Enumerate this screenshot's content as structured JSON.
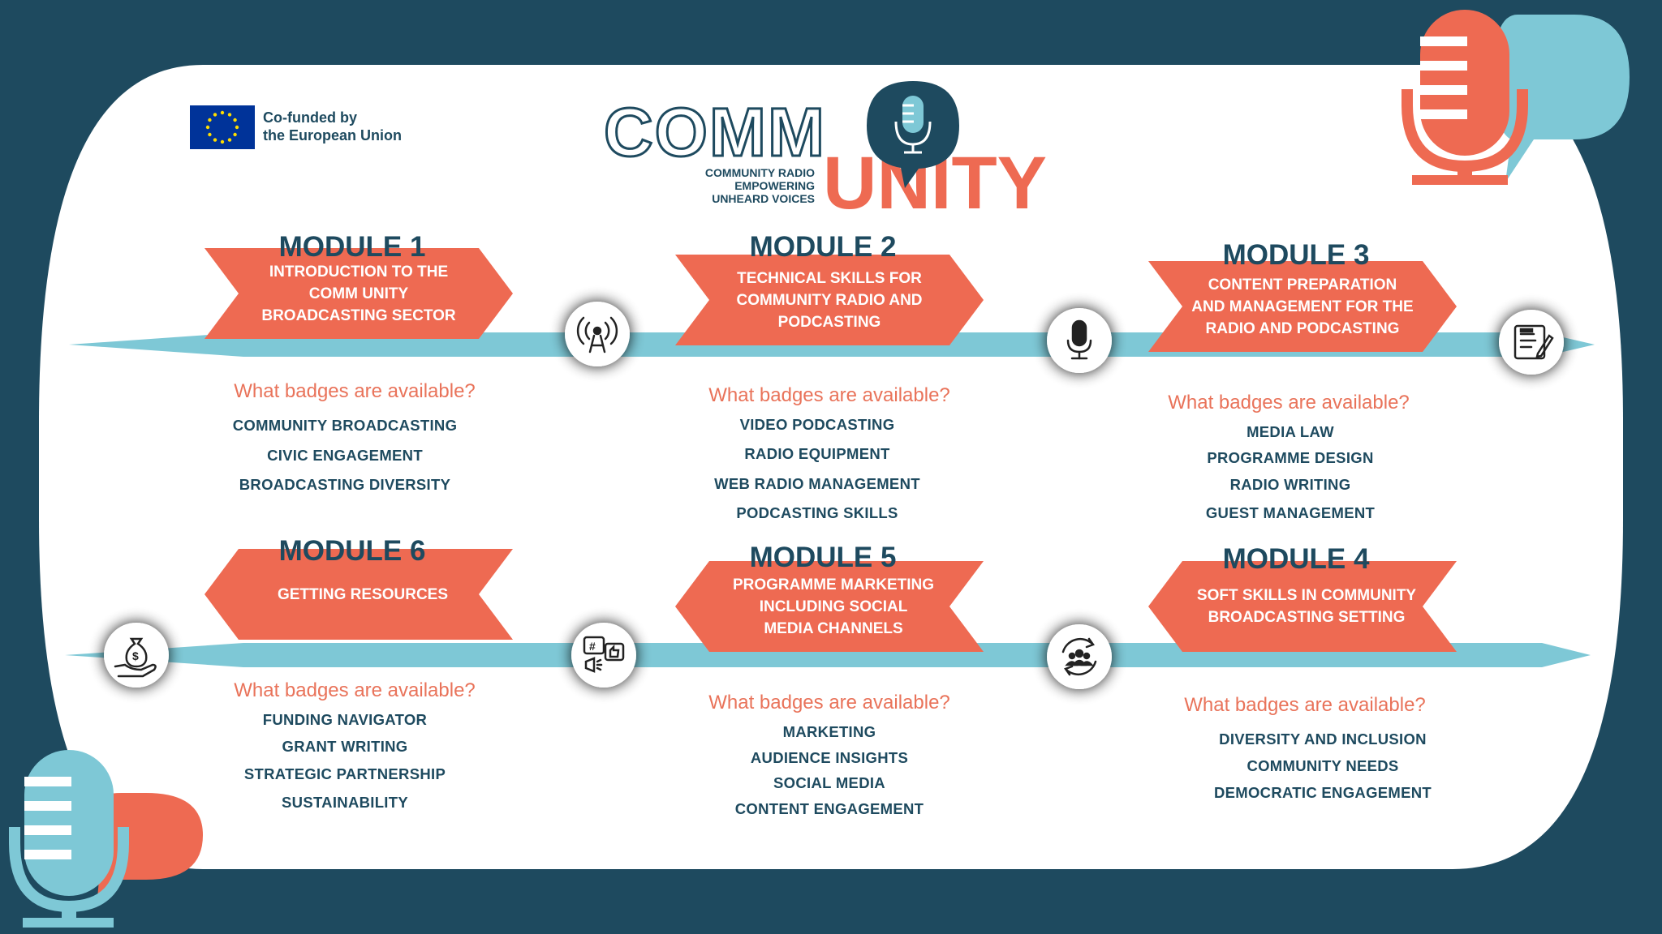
{
  "eu": {
    "line1": "Co-funded by",
    "line2": "the European Union",
    "flag_color": "#003399",
    "star_color": "#ffdd00"
  },
  "logo": {
    "comm": "COMM",
    "unity": "UNITY",
    "tagline": [
      "COMMUNITY RADIO",
      "EMPOWERING",
      "UNHEARD VOICES"
    ]
  },
  "colors": {
    "navy": "#1e4a5f",
    "coral": "#ee6a52",
    "light_blue": "#7ec8d6",
    "white": "#ffffff",
    "question_text": "#e9735a"
  },
  "question_text": "What badges are available?",
  "modules": [
    {
      "title": "MODULE 1",
      "banner": [
        "INTRODUCTION TO THE",
        "COMM UNITY",
        "BROADCASTING SECTOR"
      ],
      "icon": "broadcast-tower-icon",
      "badges": [
        "COMMUNITY BROADCASTING",
        "CIVIC ENGAGEMENT",
        "BROADCASTING DIVERSITY"
      ]
    },
    {
      "title": "MODULE 2",
      "banner": [
        "TECHNICAL SKILLS FOR",
        "COMMUNITY RADIO AND",
        "PODCASTING"
      ],
      "icon": "microphone-icon",
      "badges": [
        "VIDEO PODCASTING",
        "RADIO EQUIPMENT",
        "WEB RADIO MANAGEMENT",
        "PODCASTING SKILLS"
      ]
    },
    {
      "title": "MODULE 3",
      "banner": [
        "CONTENT PREPARATION",
        "AND MANAGEMENT FOR THE",
        "RADIO AND PODCASTING"
      ],
      "icon": "document-edit-icon",
      "badges": [
        "MEDIA LAW",
        "PROGRAMME DESIGN",
        "RADIO WRITING",
        "GUEST MANAGEMENT"
      ]
    },
    {
      "title": "MODULE 4",
      "banner": [
        "SOFT SKILLS IN COMMUNITY",
        "BROADCASTING SETTING"
      ],
      "icon": "community-cycle-icon",
      "badges": [
        "DIVERSITY AND INCLUSION",
        "COMMUNITY NEEDS",
        "DEMOCRATIC ENGAGEMENT"
      ]
    },
    {
      "title": "MODULE 5",
      "banner": [
        "PROGRAMME MARKETING",
        "INCLUDING SOCIAL",
        "MEDIA CHANNELS"
      ],
      "icon": "social-media-icon",
      "badges": [
        "MARKETING",
        "AUDIENCE INSIGHTS",
        "SOCIAL MEDIA",
        "CONTENT ENGAGEMENT"
      ]
    },
    {
      "title": "MODULE 6",
      "banner": [
        "GETTING RESOURCES"
      ],
      "icon": "money-bag-hand-icon",
      "badges": [
        "FUNDING NAVIGATOR",
        "GRANT WRITING",
        "STRATEGIC PARTNERSHIP",
        "SUSTAINABILITY"
      ]
    }
  ]
}
